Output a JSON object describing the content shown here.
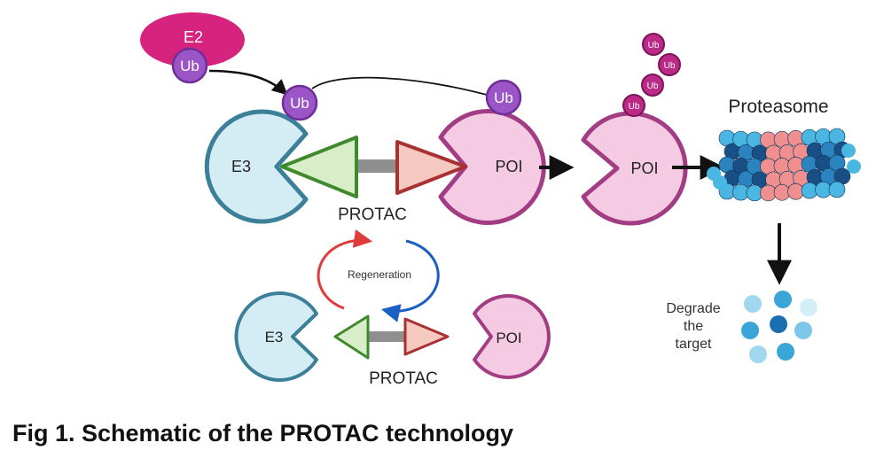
{
  "diagram": {
    "labels": {
      "e2": "E2",
      "ub": "Ub",
      "e3": "E3",
      "poi": "POI",
      "protac": "PROTAC",
      "proteasome": "Proteasome",
      "regeneration": "Regeneration",
      "degrade_line1": "Degrade",
      "degrade_line2": "the",
      "degrade_line3": "target"
    },
    "colors": {
      "e2_fill": "#d6247e",
      "ub_fill": "#9b55c6",
      "ub_stroke": "#6e2f98",
      "e3_fill": "#d4ecf4",
      "e3_stroke": "#3c7f98",
      "poi_fill": "#f5cbe4",
      "poi_stroke": "#a23d84",
      "ubchain_fill": "#bb2a86",
      "ubchain_stroke": "#7d1459",
      "protac_green_fill": "#d8eec8",
      "protac_green_stroke": "#3f8a2c",
      "protac_red_fill": "#f5c9c0",
      "protac_red_stroke": "#a83232",
      "linker": "#8f8f8f",
      "arrow": "#111111",
      "regen_red": "#e03b3b",
      "regen_blue": "#1c5fc4",
      "proteasome_dark": "#1a4f86",
      "proteasome_mid": "#2b84bf",
      "proteasome_light": "#4ab6e2",
      "proteasome_core": "#ef8f8f",
      "fragment_light": "#9fd7ef",
      "fragment_mid": "#3aa6d8",
      "fragment_dark": "#1b6fae"
    }
  },
  "caption": "Fig 1. Schematic of the PROTAC technology"
}
